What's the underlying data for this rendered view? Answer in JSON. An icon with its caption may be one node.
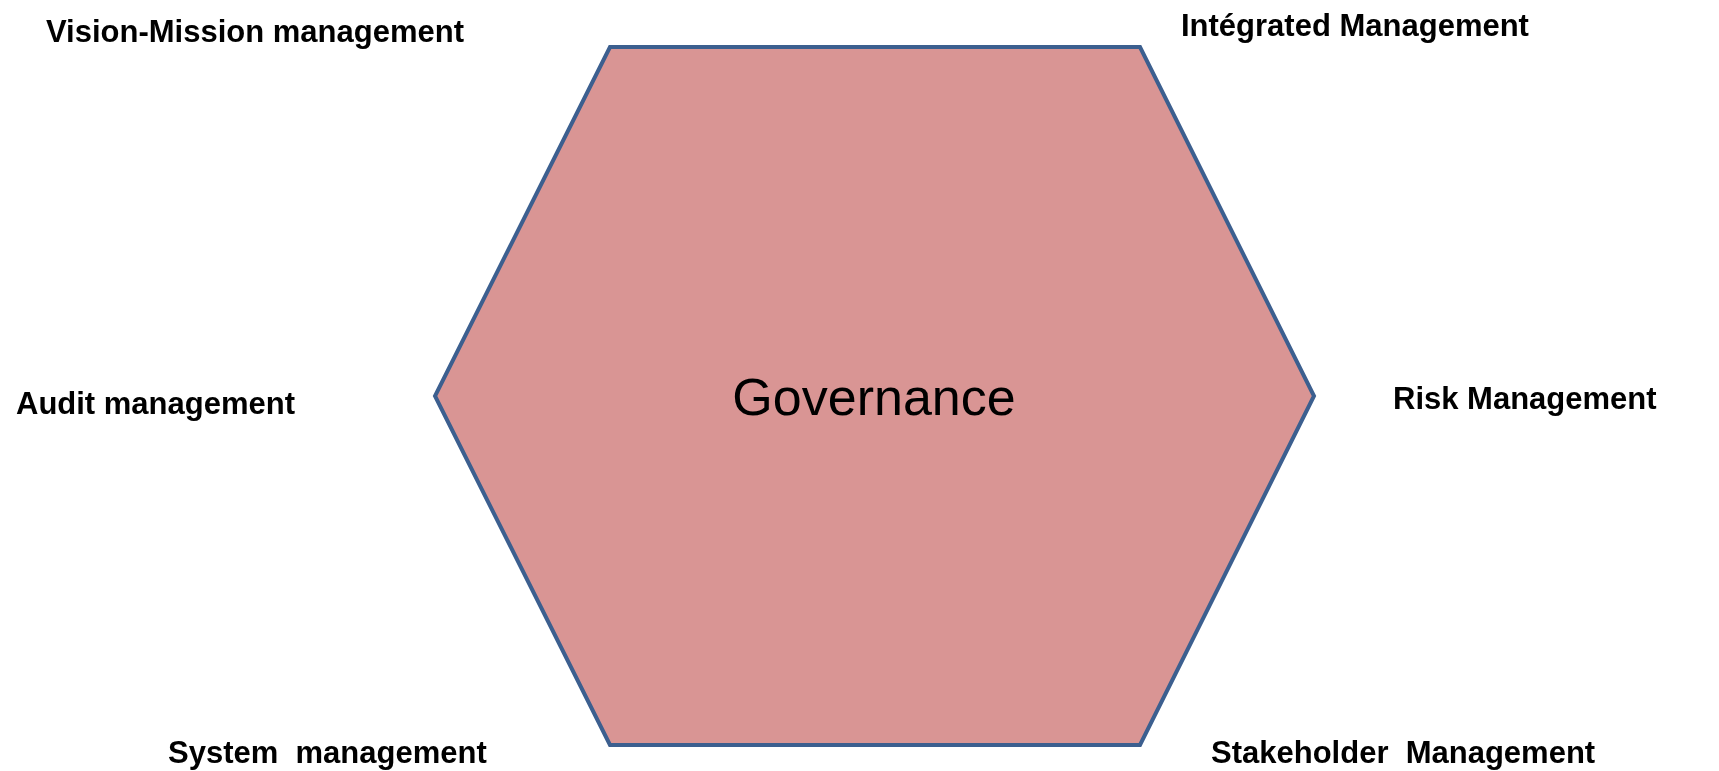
{
  "diagram": {
    "nodes": [
      {
        "text": [
          "Governance"
        ]
      }
    ],
    "labels": [
      "Vision-Mission management",
      "Intégrated Management",
      "Audit management",
      "Risk Management",
      "System  management",
      "Stakeholder  Management"
    ]
  }
}
